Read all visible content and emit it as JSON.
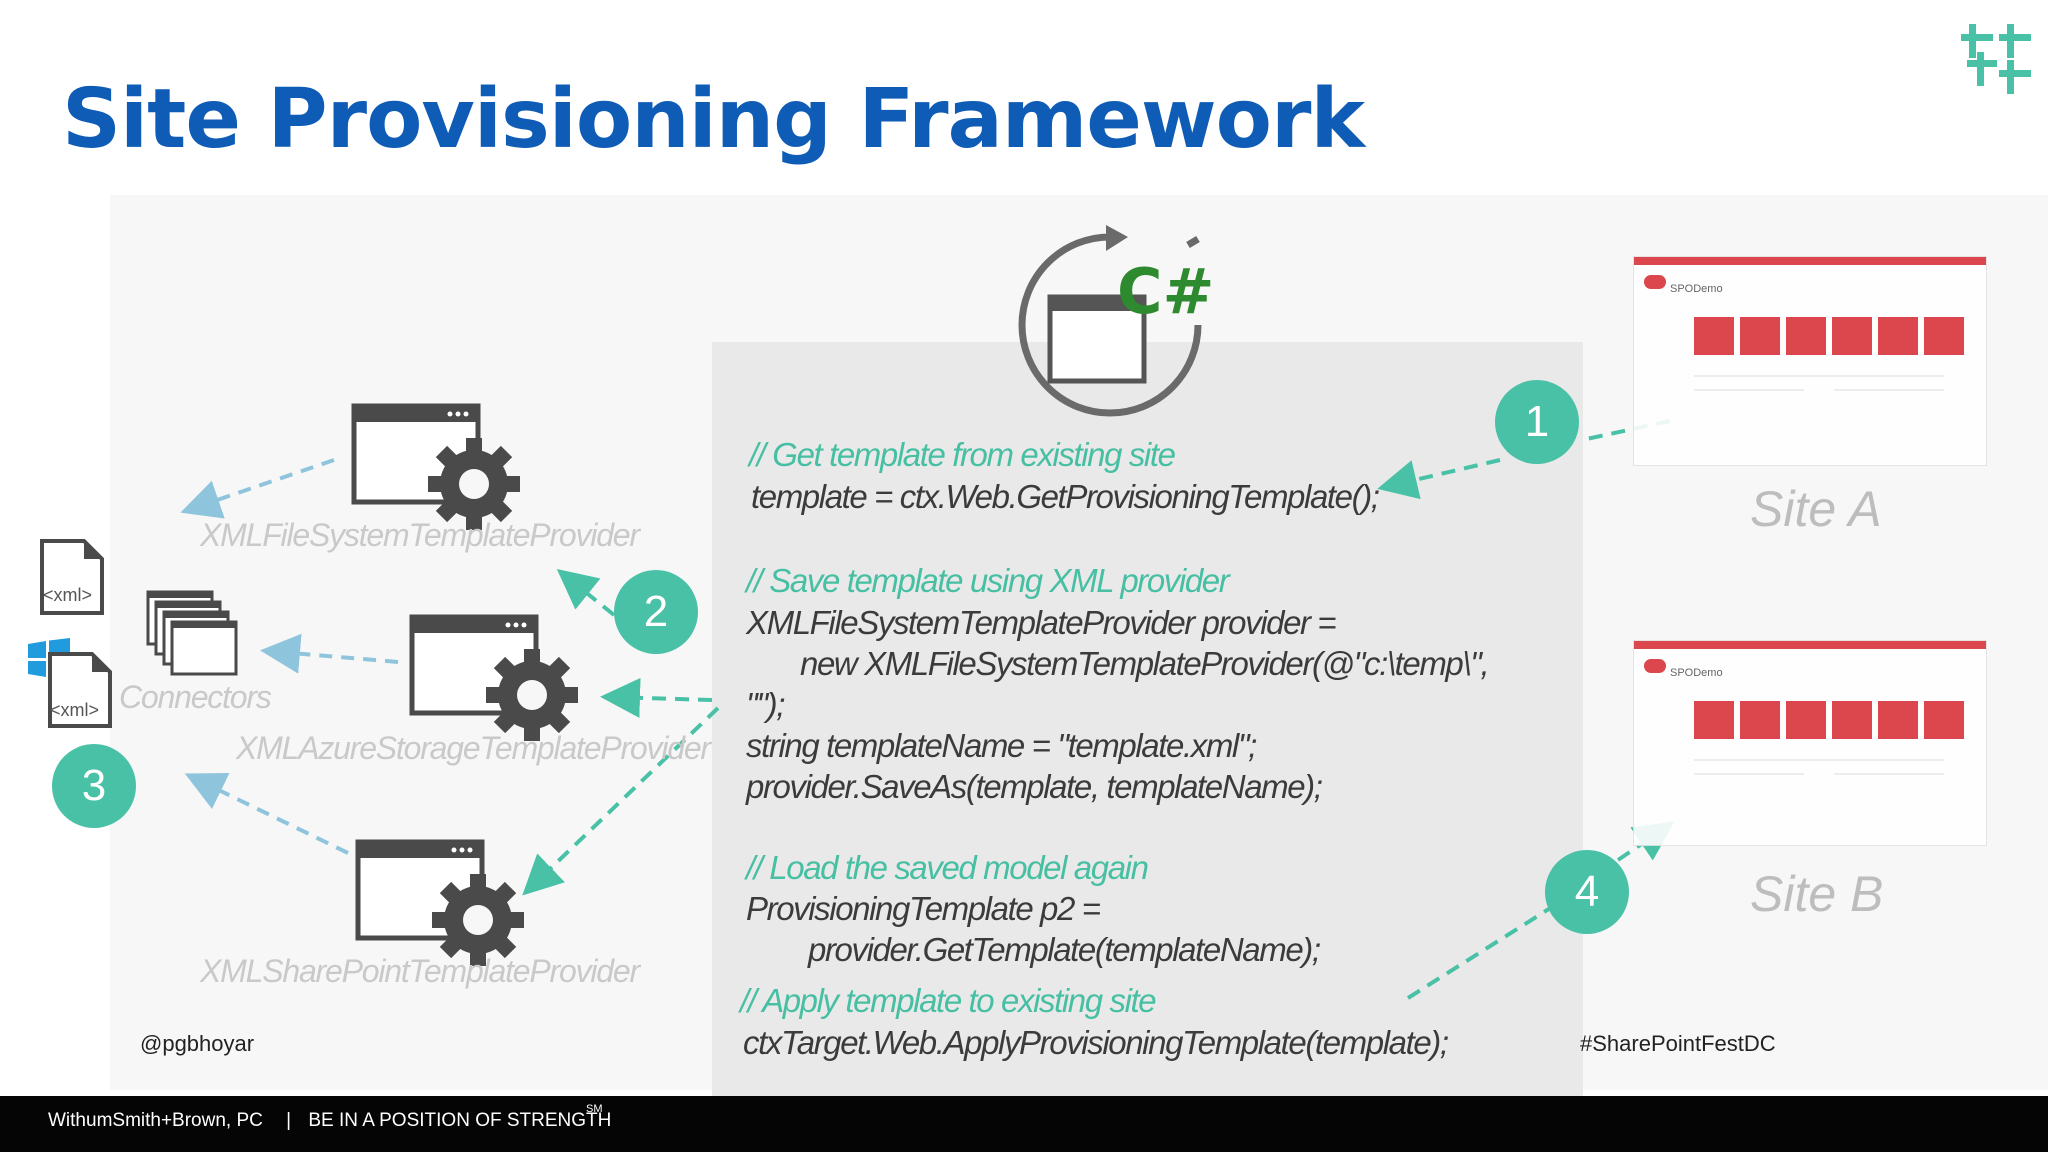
{
  "slide": {
    "title": "Site Provisioning Framework",
    "twitter_handle": "@pgbhoyar",
    "hashtag": "#SharePointFestDC",
    "footer": {
      "company": "WithumSmith+Brown, PC",
      "separator": "|",
      "tagline": "BE IN A POSITION OF STRENGTH",
      "service_mark": "SM"
    }
  },
  "csharp_icon": {
    "label": "C#"
  },
  "code": {
    "line1_comment": "// Get template from existing site",
    "line2": "template = ctx.Web.GetProvisioningTemplate();",
    "line3_comment": "// Save template using XML provider",
    "line4": "XMLFileSystemTemplateProvider provider =",
    "line5": "new XMLFileSystemTemplateProvider(@\"c:\\temp\\\",",
    "line6": "\"\");",
    "line7": "string templateName = \"template.xml\";",
    "line8": "provider.SaveAs(template, templateName);",
    "line9_comment": "// Load the saved model again",
    "line10": "ProvisioningTemplate p2 =",
    "line11": "provider.GetTemplate(templateName);",
    "line12_comment": "// Apply template to existing site",
    "line13": "ctxTarget.Web.ApplyProvisioningTemplate(template);"
  },
  "providers": [
    {
      "label": "XMLFileSystemTemplateProvider"
    },
    {
      "label": "XMLAzureStorageTemplateProvider"
    },
    {
      "label": "XMLSharePointTemplateProvider"
    }
  ],
  "storage": {
    "xml_label_1": "<xml>",
    "xml_label_2": "<xml>",
    "connectors_label": "Connectors"
  },
  "sites": {
    "site_a": {
      "label": "Site A",
      "site_title": "SPODemo"
    },
    "site_b": {
      "label": "Site B",
      "site_title": "SPODemo"
    }
  },
  "steps": [
    "1",
    "2",
    "3",
    "4"
  ],
  "colors": {
    "title_blue": "#0f5cb7",
    "accent_teal": "#49c1a6",
    "comment_teal": "#46bfa2",
    "arrow_blue": "#8ec4dc",
    "icon_gray": "#4a4a4a",
    "sharepoint_red": "#d8353a"
  }
}
